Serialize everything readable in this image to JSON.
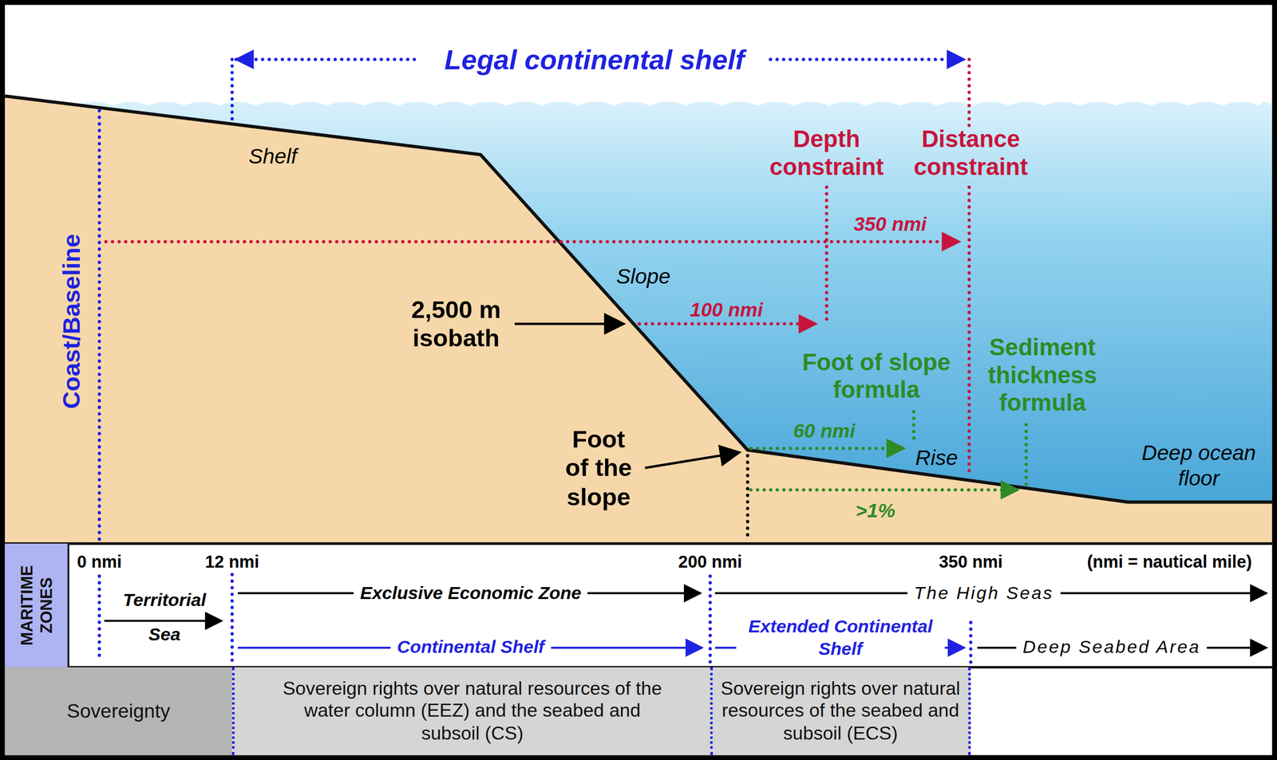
{
  "diagram": {
    "nodes": [
      {
        "text": [
          "MARITIME ZONES"
        ]
      },
      {
        "text": [
          "Sovereignty"
        ]
      },
      {
        "text": [
          "Sovereign rights over natural resources of the water column (EEZ) and the seabed and subsoil (CS)"
        ]
      },
      {
        "text": [
          "Sovereign rights over natural resources of the seabed and subsoil (ECS)"
        ]
      }
    ],
    "labels": [
      "Legal continental shelf",
      "Shelf",
      "Depth constraint",
      "Distance constraint",
      "350 nmi",
      "Slope",
      "2,500 m isobath",
      "100 nmi",
      "Foot of slope formula",
      "Sediment thickness formula",
      "60 nmi",
      "Rise",
      "Deep ocean floor",
      "Foot of the slope",
      ">1%",
      "Coast/Baseline",
      "0 nmi",
      "12 nmi",
      "200 nmi",
      "350 nmi",
      "(nmi = nautical mile)",
      "Territorial Sea",
      "Exclusive Economic Zone",
      "The High Seas",
      "Continental Shelf",
      "Extended Continental Shelf",
      "Deep Seabed Area"
    ]
  }
}
